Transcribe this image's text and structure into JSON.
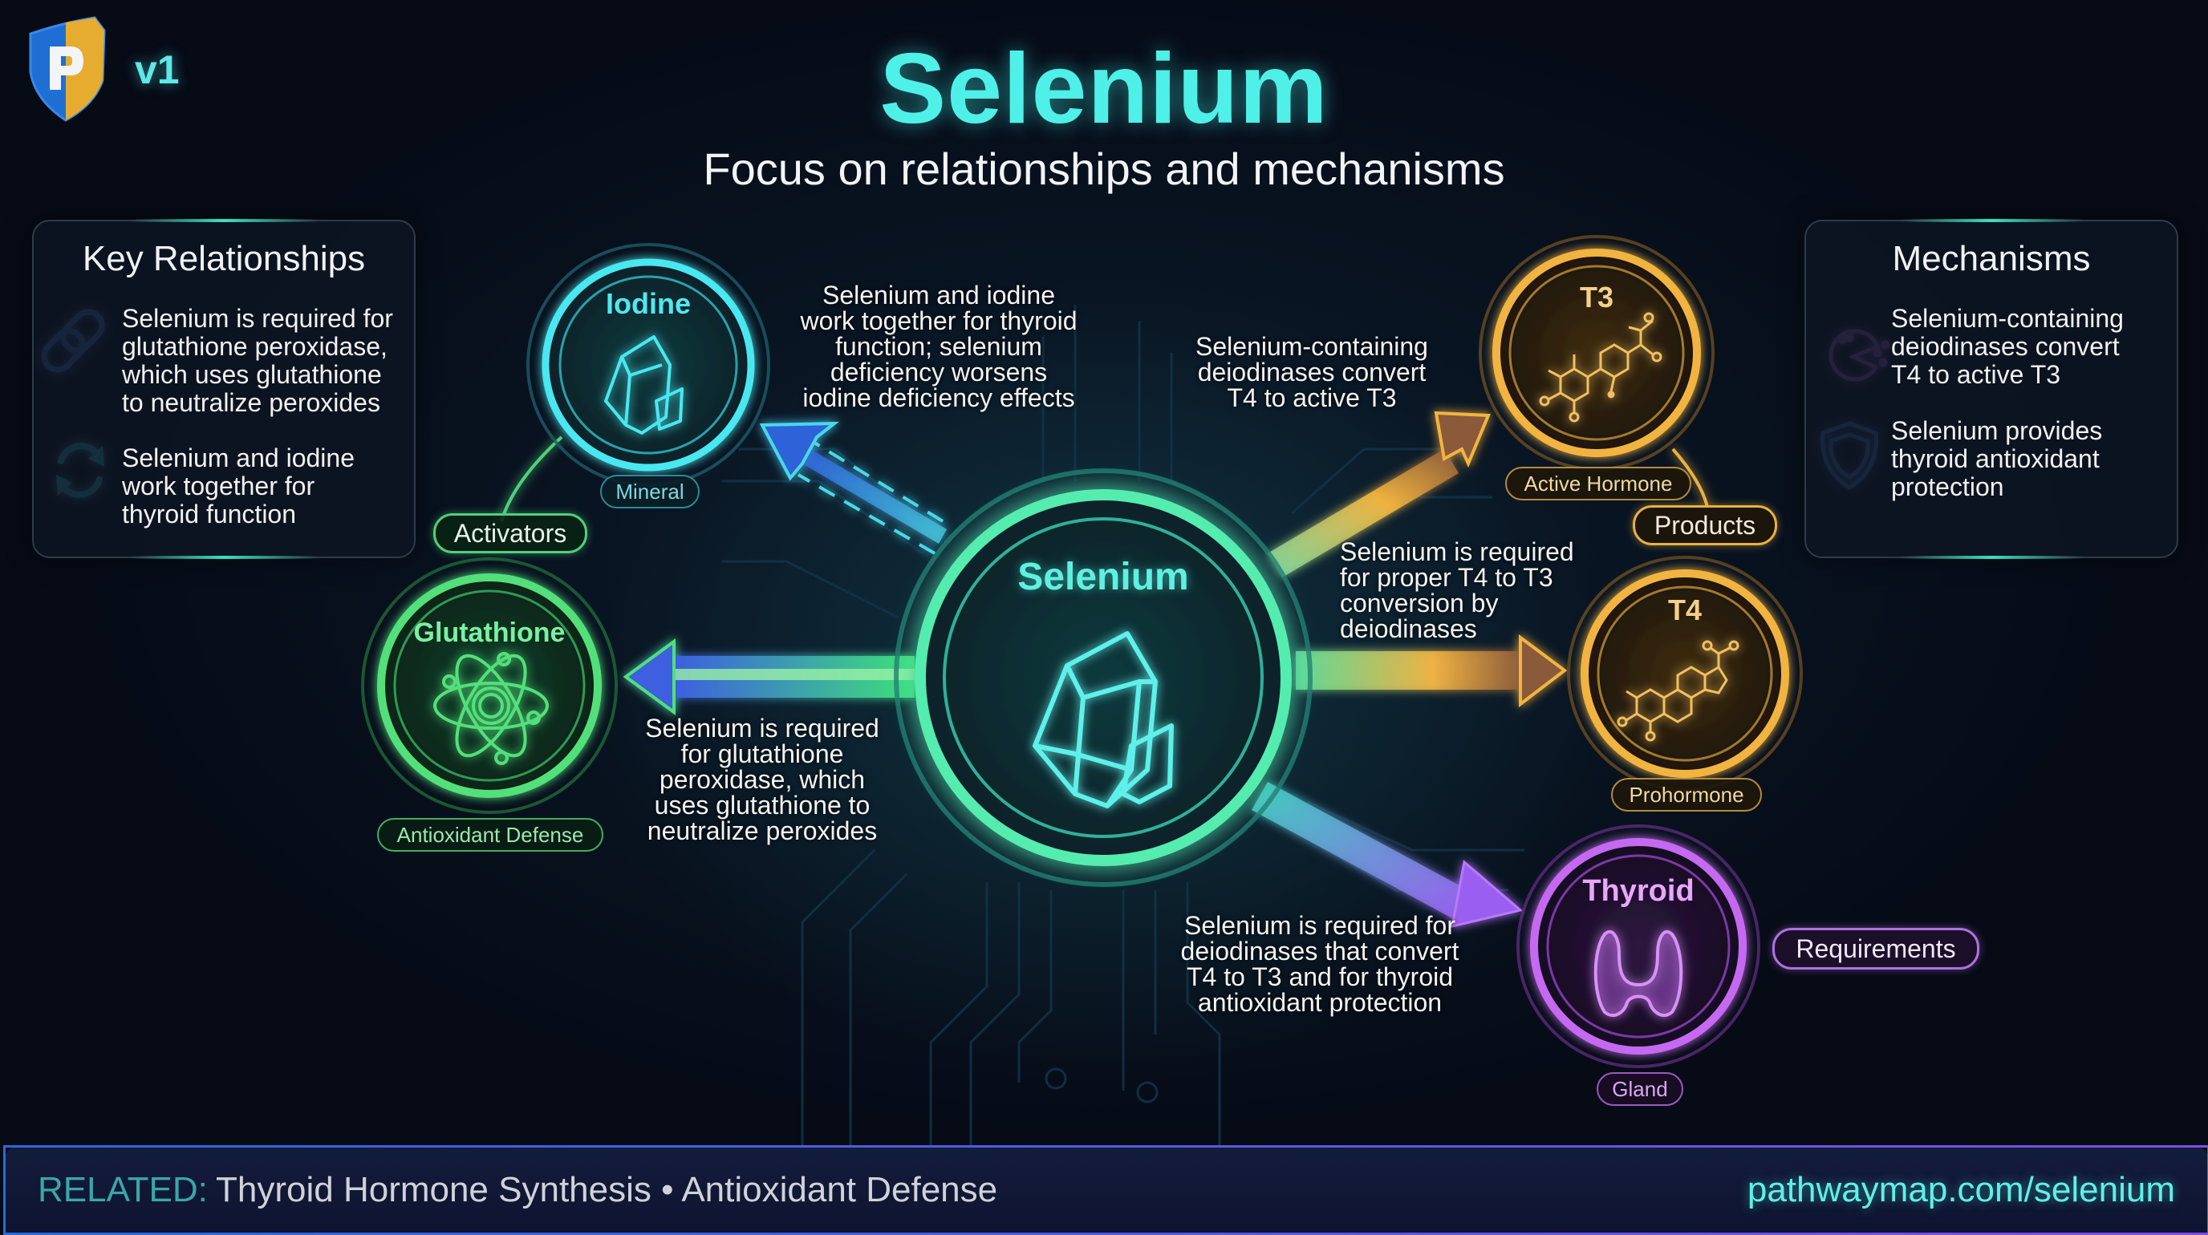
{
  "brand": {
    "logo_icon": "shield-p-logo-icon",
    "logo_letter": "P",
    "version": "v1"
  },
  "header": {
    "title": "Selenium",
    "subtitle": "Focus on relationships and mechanisms"
  },
  "colors": {
    "background": "#060b16",
    "teal": "#4ff0e8",
    "green": "#52e07a",
    "gold": "#f2b440",
    "purple": "#c56bf0",
    "blue": "#3d7cf0"
  },
  "left_panel": {
    "title": "Key Relationships",
    "items": [
      {
        "icon": "link-icon",
        "text_lines": [
          "Selenium is required for",
          "glutathione peroxidase,",
          "which uses glutathione",
          "to neutralize peroxides"
        ]
      },
      {
        "icon": "refresh-cycle-icon",
        "text_lines": [
          "Selenium and iodine",
          "work together for",
          "thyroid function"
        ]
      }
    ]
  },
  "right_panel": {
    "title": "Mechanisms",
    "items": [
      {
        "icon": "enzyme-pacman-icon",
        "text_lines": [
          "Selenium-containing",
          "deiodinases convert",
          "T4 to active T3"
        ]
      },
      {
        "icon": "shield-icon",
        "text_lines": [
          "Selenium provides",
          "thyroid antioxidant",
          "protection"
        ]
      }
    ]
  },
  "center_node": {
    "label": "Selenium",
    "icon": "crystal-icon"
  },
  "nodes": {
    "iodine": {
      "label": "Iodine",
      "tag": "Mineral",
      "icon": "crystal-icon"
    },
    "glutathione": {
      "label": "Glutathione",
      "tag": "Antioxidant Defense",
      "icon": "atom-icon"
    },
    "t3": {
      "label": "T3",
      "tag": "Active Hormone",
      "icon": "molecule-t3-icon"
    },
    "t4": {
      "label": "T4",
      "tag": "Prohormone",
      "icon": "molecule-t4-icon"
    },
    "thyroid": {
      "label": "Thyroid",
      "tag": "Gland",
      "icon": "thyroid-gland-icon"
    }
  },
  "group_labels": {
    "activators": "Activators",
    "products": "Products",
    "requirements": "Requirements"
  },
  "annotations": {
    "iodine": [
      "Selenium and iodine",
      "work together for thyroid",
      "function; selenium",
      "deficiency worsens",
      "iodine deficiency effects"
    ],
    "glutathione": [
      "Selenium is required",
      "for glutathione",
      "peroxidase, which",
      "uses glutathione to",
      "neutralize peroxides"
    ],
    "t3": [
      "Selenium-containing",
      "deiodinases convert",
      "T4 to active T3"
    ],
    "t4": [
      "Selenium is required",
      "for proper T4 to T3",
      "conversion by",
      "deiodinases"
    ],
    "thyroid": [
      "Selenium is required for",
      "deiodinases that convert",
      "T4 to T3 and for thyroid",
      "antioxidant protection"
    ]
  },
  "footer": {
    "related_label": "RELATED:",
    "related_topics": "Thyroid Hormone Synthesis • Antioxidant Defense",
    "url": "pathwaymap.com/selenium"
  }
}
